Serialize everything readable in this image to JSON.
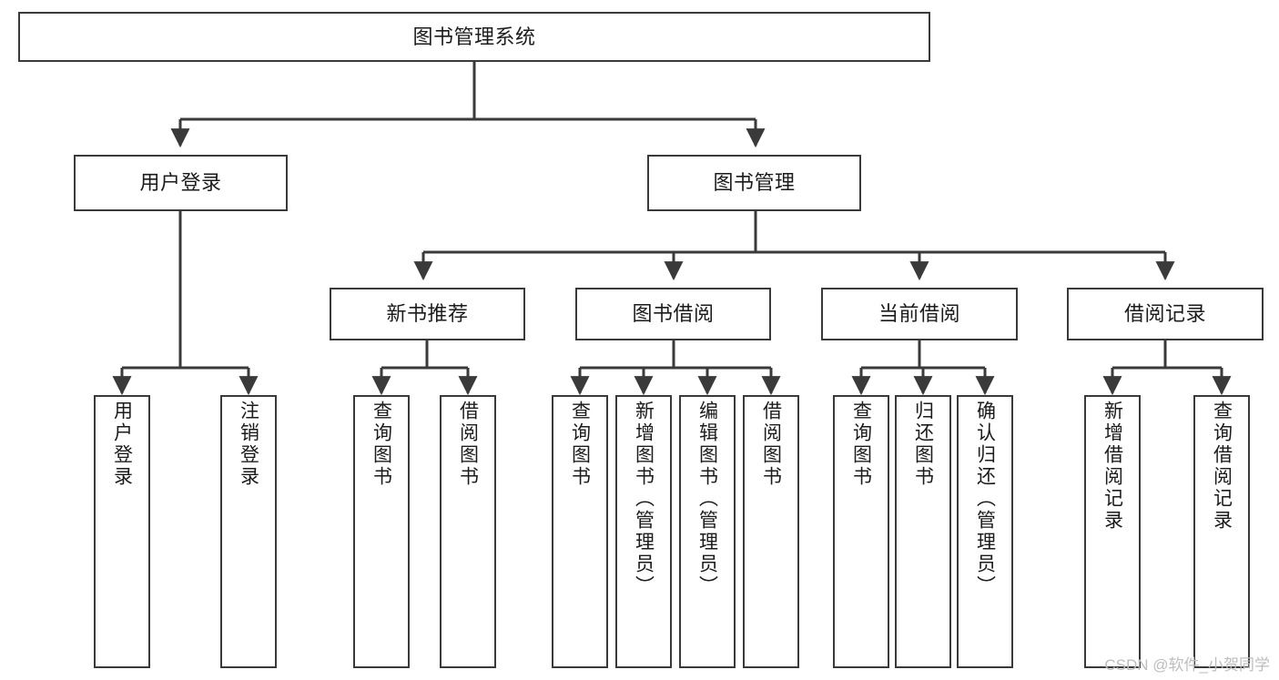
{
  "diagram": {
    "title": "图书管理系统",
    "type": "tree-hierarchy",
    "watermark": "CSDN @软件_小贺同学",
    "colors": {
      "stroke": "#3a3a3a",
      "fill": "#ffffff",
      "text": "#1b1b1b",
      "watermark": "#bdbdbd"
    },
    "root": {
      "label": "图书管理系统"
    },
    "level2": [
      {
        "label": "用户登录"
      },
      {
        "label": "图书管理"
      }
    ],
    "level3": [
      {
        "label": "新书推荐"
      },
      {
        "label": "图书借阅"
      },
      {
        "label": "当前借阅"
      },
      {
        "label": "借阅记录"
      }
    ],
    "leaves": {
      "user_login": [
        {
          "label": "用户登录"
        },
        {
          "label": "注销登录"
        }
      ],
      "new_book_recommend": [
        {
          "label": "查询图书"
        },
        {
          "label": "借阅图书"
        }
      ],
      "book_borrow": [
        {
          "label": "查询图书"
        },
        {
          "label": "新增图书（管理员）"
        },
        {
          "label": "编辑图书（管理员）"
        },
        {
          "label": "借阅图书"
        }
      ],
      "current_borrow": [
        {
          "label": "查询图书"
        },
        {
          "label": "归还图书"
        },
        {
          "label": "确认归还（管理员）"
        }
      ],
      "borrow_record": [
        {
          "label": "新增借阅记录"
        },
        {
          "label": "查询借阅记录"
        }
      ]
    }
  }
}
